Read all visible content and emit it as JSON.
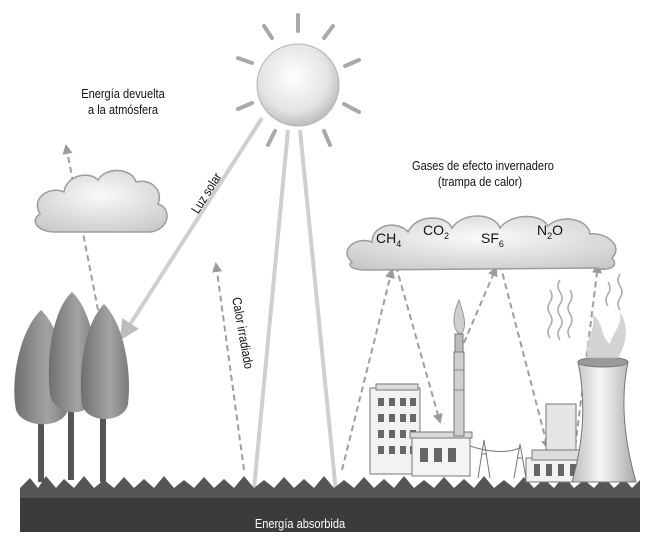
{
  "labels": {
    "energy_returned_line1": "Energía devuelta",
    "energy_returned_line2": "a la atmósfera",
    "sunlight": "Luz solar",
    "radiated_heat": "Calor irradiado",
    "greenhouse_line1": "Gases de efecto invernadero",
    "greenhouse_line2": "(trampa de calor)",
    "absorbed_energy": "Energía absorbida"
  },
  "gases": [
    {
      "base": "CH",
      "sub": "4"
    },
    {
      "base": "CO",
      "sub": "2"
    },
    {
      "base": "SF",
      "sub": "6"
    },
    {
      "base": "N",
      "sub": "2",
      "tail": "O"
    }
  ],
  "colors": {
    "sun": "#e6e6e6",
    "ray": "#aaaaaa",
    "arrow_solid": "#c8c8c8",
    "arrow_dashed": "#9a9a9a",
    "ground": "#3a3a3a",
    "grass": "#4e4e4e",
    "tree": "#8a8a8a",
    "cloud": "#e2e2e2",
    "building": "#f0f0f0"
  },
  "icons": [
    "sun-icon",
    "cloud-icon",
    "tree-icon",
    "factory-icon",
    "cooling-tower-icon",
    "flame-icon"
  ]
}
